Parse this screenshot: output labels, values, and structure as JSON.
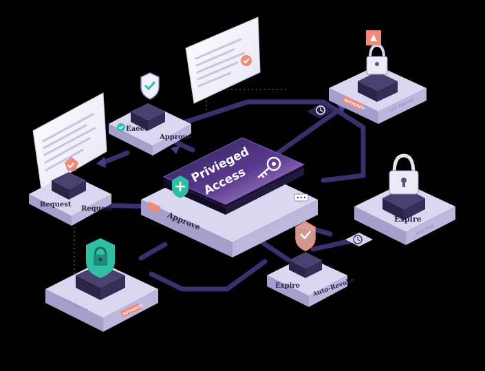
{
  "central_hub": {
    "title_line1": "Privieged",
    "title_line2": "Access",
    "label": "Approve"
  },
  "nodes": {
    "approve_top": {
      "label_left": "Eaeet",
      "label_right": "Approve"
    },
    "request_left": {
      "label_left": "Request",
      "label_right": "Request"
    },
    "lock_top_right": {
      "small_text": "Lock Approve",
      "tag": "AUTHORITY"
    },
    "expire_right": {
      "label": "Expire",
      "small_text": "Auth Pool"
    },
    "expire_bottom": {
      "label_left": "Expire",
      "label_right": "Auto-Revoke"
    },
    "shield_bottom_left": {
      "small_text": "Lock Approve",
      "tag": "AUTHORITY"
    }
  },
  "colors": {
    "background": "#000000",
    "platform_top": "#dcd7f0",
    "platform_side": "#a59fcc",
    "connector": "#3b2f6e",
    "accent_teal": "#2fbfa5",
    "accent_coral": "#f08a7a",
    "accent_purple": "#7c4dbd"
  },
  "icons": [
    "shield-check-icon",
    "padlock-icon",
    "key-icon",
    "clock-icon",
    "approval-badge-icon",
    "document-icon"
  ]
}
